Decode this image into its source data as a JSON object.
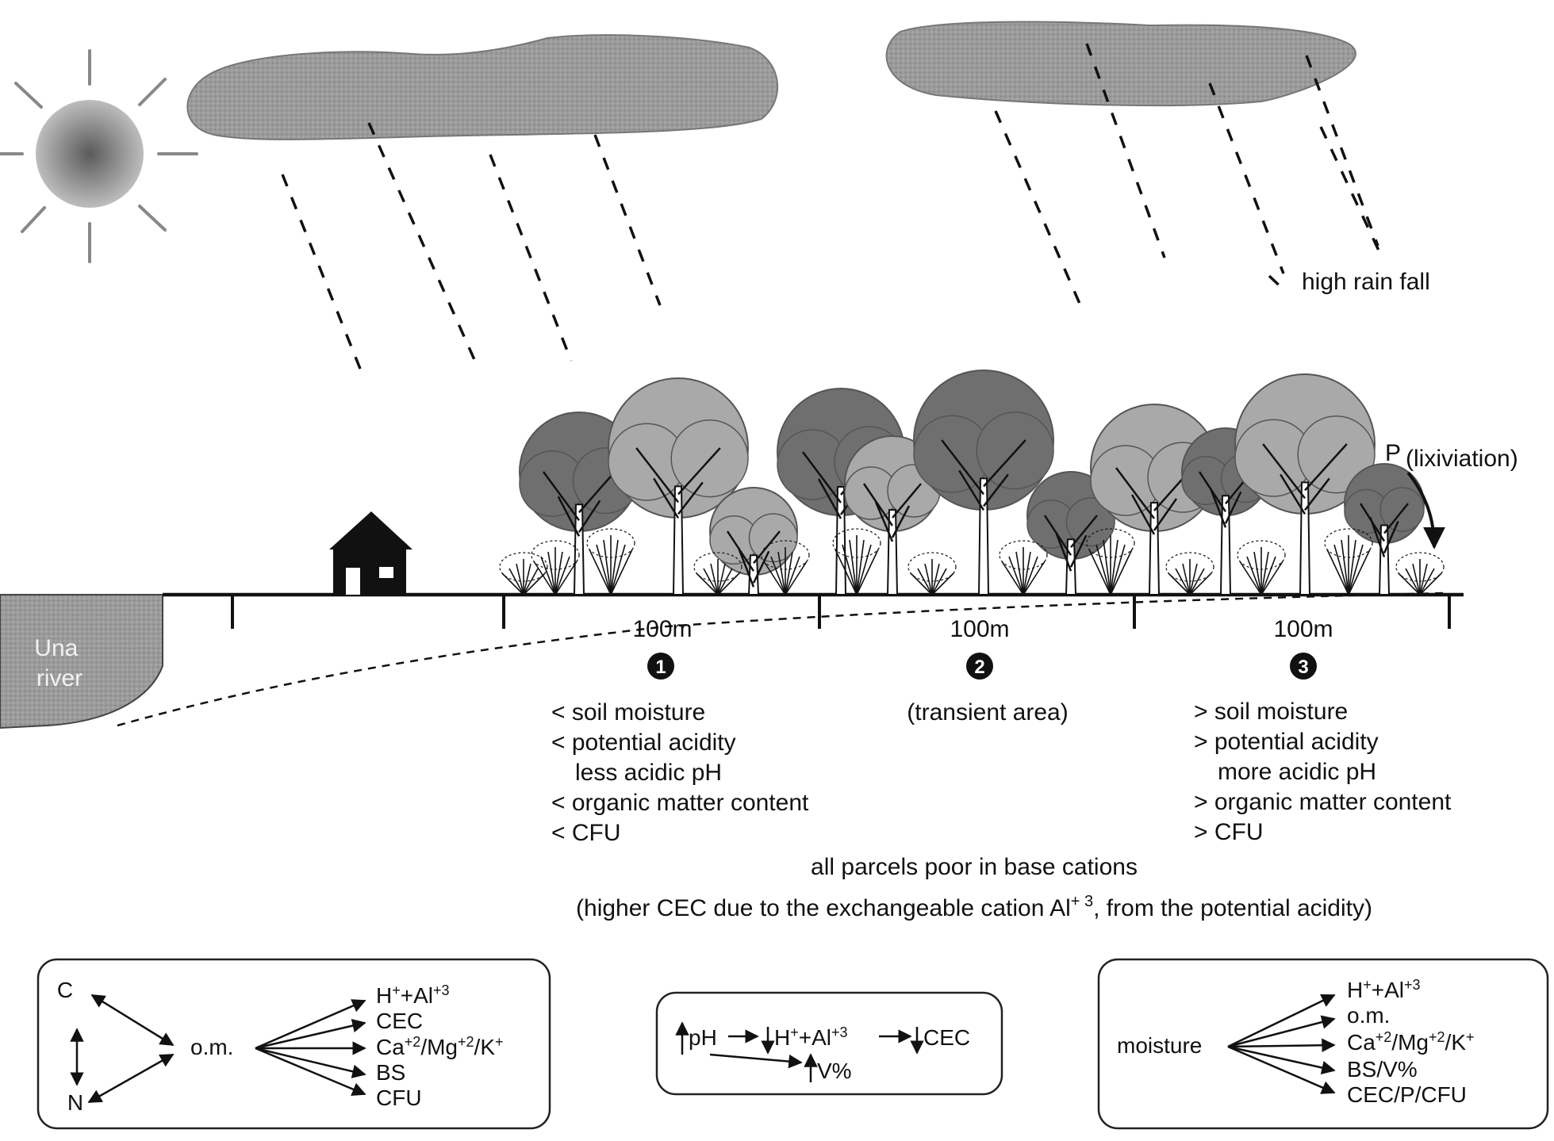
{
  "labels": {
    "rain": "high rain fall",
    "river_line1": "Una",
    "river_line2": "river",
    "leaching_p": "P",
    "leaching_text": "(lixiviation)",
    "parcel_width": "100m"
  },
  "parcels": [
    {
      "number": "1",
      "notes": [
        "< soil moisture",
        "< potential acidity",
        "less acidic pH",
        "< organic matter content",
        "< CFU"
      ]
    },
    {
      "number": "2",
      "notes": [
        "(transient area)"
      ]
    },
    {
      "number": "3",
      "notes": [
        "> soil moisture",
        "> potential acidity",
        "more acidic pH",
        "> organic matter content",
        "> CFU"
      ]
    }
  ],
  "summary": {
    "line1": "all parcels poor in base cations",
    "line2_pre": "(higher CEC due to the exchangeable cation Al",
    "line2_sup": "+ 3",
    "line2_post": ", from the potential acidity)"
  },
  "relation_boxes": {
    "left": {
      "c": "C",
      "n": "N",
      "om": "o.m.",
      "targets": [
        {
          "text": "H",
          "sup1": "+",
          "mid": "+Al",
          "sup2": "+3"
        },
        {
          "text": "CEC"
        },
        {
          "text": "Ca",
          "sup1": "+2",
          "mid": "/Mg",
          "sup2": "+2",
          "mid2": "/K",
          "sup3": "+"
        },
        {
          "text": "BS"
        },
        {
          "text": "CFU"
        }
      ]
    },
    "middle": {
      "ph": "pH",
      "h": "H",
      "h_sup": "+",
      "al": "+Al",
      "al_sup": "+3",
      "cec": "CEC",
      "v": "V%"
    },
    "right": {
      "source": "moisture",
      "targets": [
        {
          "text": "H",
          "sup1": "+",
          "mid": "+Al",
          "sup2": "+3"
        },
        {
          "text": "o.m."
        },
        {
          "text": "Ca",
          "sup1": "+2",
          "mid": "/Mg",
          "sup2": "+2",
          "mid2": "/K",
          "sup3": "+"
        },
        {
          "text": "BS/V%"
        },
        {
          "text": "CEC/P/CFU"
        }
      ]
    }
  },
  "colors": {
    "ink": "#111111",
    "cloud": "#9a9a9a",
    "canopy_dark": "#6f6f6f",
    "canopy_light": "#a9a9a9",
    "river": "#8c8c8c"
  }
}
